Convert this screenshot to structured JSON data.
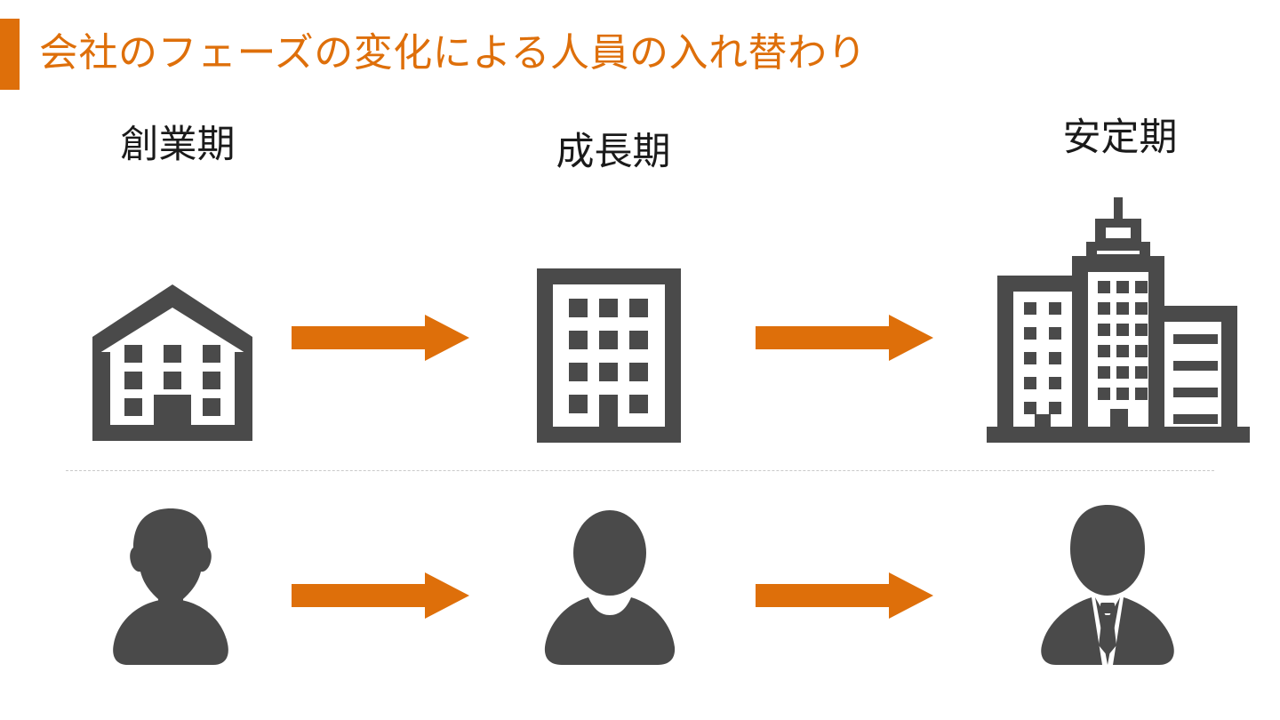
{
  "slide": {
    "title": "会社のフェーズの変化による人員の入れ替わり",
    "accent_color": "#DE6F0A",
    "icon_color": "#4A4A4A",
    "background_color": "#FFFFFF",
    "divider_color": "#C9C9C9"
  },
  "phases": [
    {
      "label": "創業期",
      "building_icon": "small-house-building-icon",
      "person_icon": "person-casual-silhouette-icon"
    },
    {
      "label": "成長期",
      "building_icon": "midrise-office-building-icon",
      "person_icon": "person-avatar-silhouette-icon"
    },
    {
      "label": "安定期",
      "building_icon": "city-skyline-buildings-icon",
      "person_icon": "person-businessman-suit-icon"
    }
  ],
  "arrows": {
    "top": [
      {
        "name": "arrow-right-icon"
      },
      {
        "name": "arrow-right-icon"
      }
    ],
    "bottom": [
      {
        "name": "arrow-right-icon"
      },
      {
        "name": "arrow-right-icon"
      }
    ]
  }
}
